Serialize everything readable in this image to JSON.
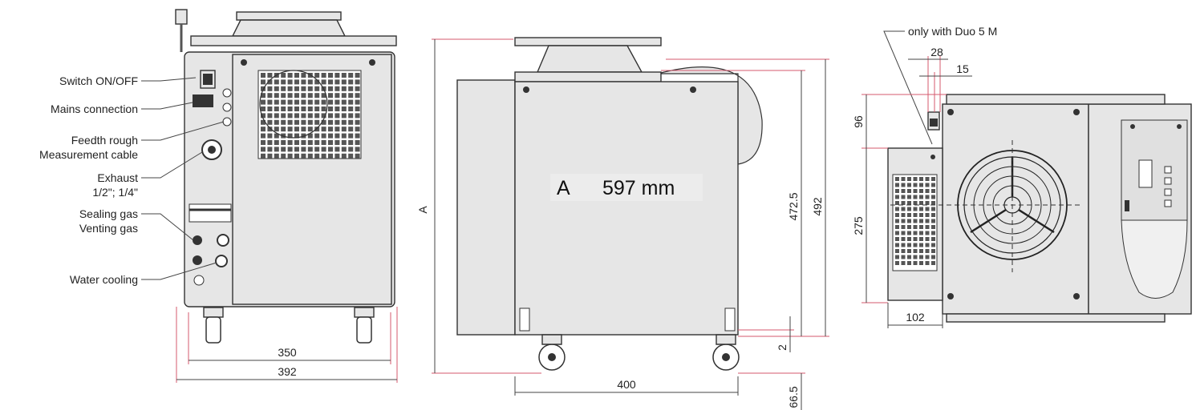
{
  "left_view": {
    "labels": {
      "switch": "Switch ON/OFF",
      "mains": "Mains connection",
      "feed1": "Feedth rough",
      "feed2": "Measurement cable",
      "exhaust1": "Exhaust",
      "exhaust2": "1/2\"; 1/4\"",
      "sealing": "Sealing gas",
      "venting": "Venting gas",
      "water": "Water cooling"
    },
    "dims": {
      "inner_width": "350",
      "outer_width": "392"
    }
  },
  "middle_view": {
    "height_label": "A",
    "a_value": "A      597 mm",
    "dims": {
      "h1": "472.5",
      "h2": "492",
      "small": "2",
      "bottom": "66.5",
      "width": "400"
    }
  },
  "right_view": {
    "note": "only with Duo 5 M",
    "dims": {
      "d28": "28",
      "d15": "15",
      "d96": "96",
      "d275": "275",
      "d102": "102"
    }
  },
  "colors": {
    "dimension_red": "#d4586e",
    "housing": "#e6e6e6",
    "outline": "#333333"
  }
}
